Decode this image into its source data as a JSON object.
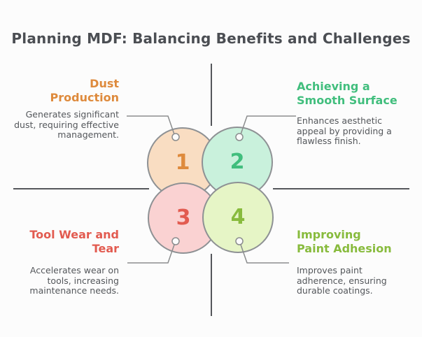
{
  "title": "Planning MDF: Balancing Benefits and Challenges",
  "quadrants": [
    {
      "number": "1",
      "heading": "Dust\nProduction",
      "body": "Generates significant dust, requiring effective management.",
      "accent_color": "#DE8A3C",
      "circle_fill": "#F9DDC2"
    },
    {
      "number": "2",
      "heading": "Achieving a\nSmooth Surface",
      "body": "Enhances aesthetic appeal by providing a flawless finish.",
      "accent_color": "#41BE7D",
      "circle_fill": "#C9F1DC"
    },
    {
      "number": "3",
      "heading": "Tool Wear and\nTear",
      "body": "Accelerates wear on tools, increasing maintenance needs.",
      "accent_color": "#E25B50",
      "circle_fill": "#FAD2D2"
    },
    {
      "number": "4",
      "heading": "Improving\nPaint Adhesion",
      "body": "Improves paint adherence, ensuring durable coatings.",
      "accent_color": "#88BB3D",
      "circle_fill": "#E6F5C6"
    }
  ],
  "colors": {
    "background": "#FCFCFC",
    "title_text": "#4B4E53",
    "body_text": "#54575B",
    "axis_line": "#55575B",
    "circle_stroke": "#8E9194",
    "connector_line": "#8B8D8E"
  }
}
